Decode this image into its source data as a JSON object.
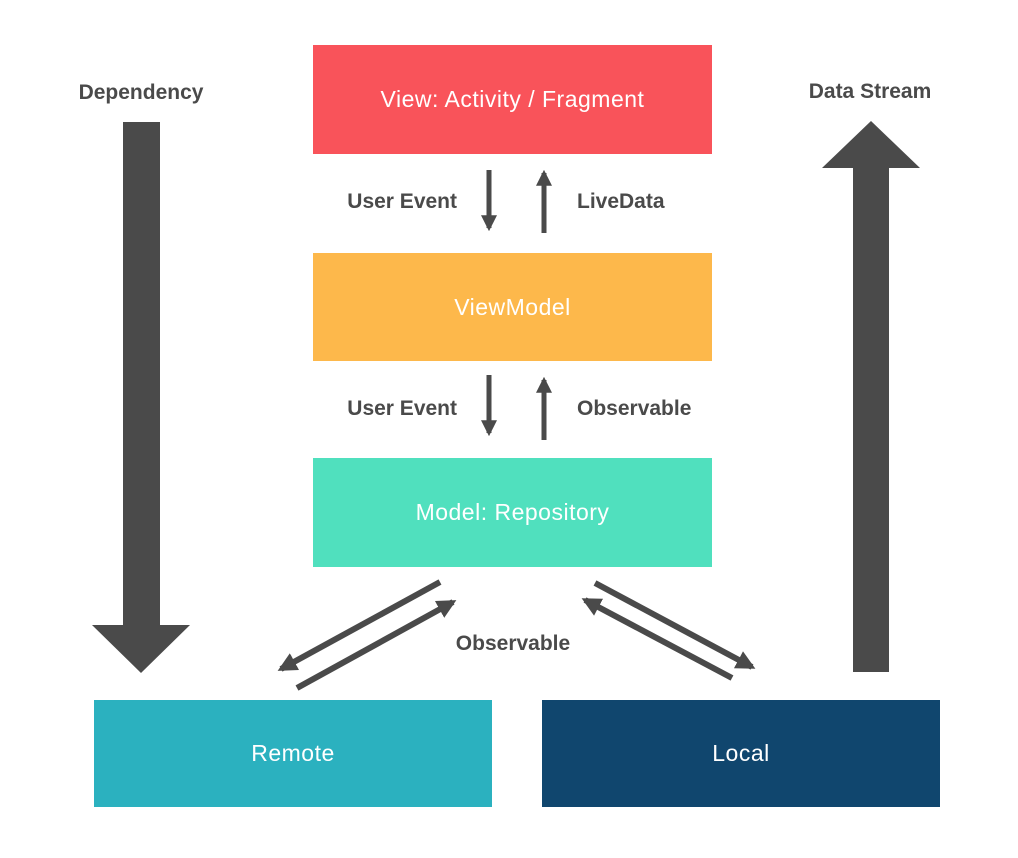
{
  "diagram": {
    "side_labels": {
      "dependency": "Dependency",
      "data_stream": "Data Stream"
    },
    "nodes": {
      "view": {
        "label": "View: Activity / Fragment",
        "color": "#F9535A"
      },
      "viewmodel": {
        "label": "ViewModel",
        "color": "#FDB84B"
      },
      "model": {
        "label": "Model: Repository",
        "color": "#50E0BE"
      },
      "remote": {
        "label": "Remote",
        "color": "#2BB1BF"
      },
      "local": {
        "label": "Local",
        "color": "#10466E"
      }
    },
    "edge_labels": {
      "view_to_viewmodel": "User Event",
      "viewmodel_to_view": "LiveData",
      "viewmodel_to_model": "User Event",
      "model_to_viewmodel": "Observable",
      "model_to_sources": "Observable"
    },
    "colors": {
      "arrow": "#4A4A4A",
      "label_text": "#4A4A4A",
      "node_text": "#FFFFFF",
      "background": "#FFFFFF"
    }
  }
}
